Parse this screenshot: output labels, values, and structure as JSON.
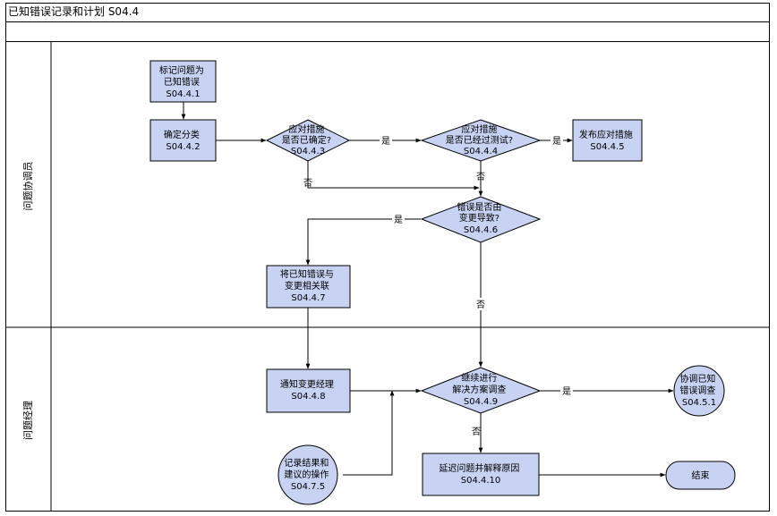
{
  "title": "已知错误记录和计划  S04.4",
  "lanes": {
    "lane1": "问题协调员",
    "lane2": "问题经理"
  },
  "nodes": {
    "n1": {
      "lines": [
        "标记问题为",
        "已知错误",
        "S04.4.1"
      ]
    },
    "n2": {
      "lines": [
        "确定分类",
        "S04.4.2"
      ]
    },
    "n3": {
      "lines": [
        "应对措施",
        "是否已确定?",
        "S04.4.3"
      ]
    },
    "n4": {
      "lines": [
        "应对措施",
        "是否已经过测试?",
        "S04.4.4"
      ]
    },
    "n5": {
      "lines": [
        "发布应对措施",
        "S04.4.5"
      ]
    },
    "n6": {
      "lines": [
        "错误是否由",
        "变更导致?",
        "S04.4.6"
      ]
    },
    "n7": {
      "lines": [
        "将已知错误与",
        "变更相关联",
        "S04.4.7"
      ]
    },
    "n8": {
      "lines": [
        "通知变更经理",
        "S04.4.8"
      ]
    },
    "n9": {
      "lines": [
        "继续进行",
        "解决方案调查",
        "S04.4.9"
      ]
    },
    "n10": {
      "lines": [
        "延迟问题并解释原因",
        "S04.4.10"
      ]
    },
    "n11": {
      "lines": [
        "协调已知",
        "错误调查",
        "S04.5.1"
      ]
    },
    "n12": {
      "lines": [
        "记录结果和",
        "建议的操作",
        "S04.7.5"
      ]
    },
    "n13": {
      "lines": [
        "结束"
      ]
    }
  },
  "edge_labels": {
    "yes": "是",
    "no": "否"
  }
}
